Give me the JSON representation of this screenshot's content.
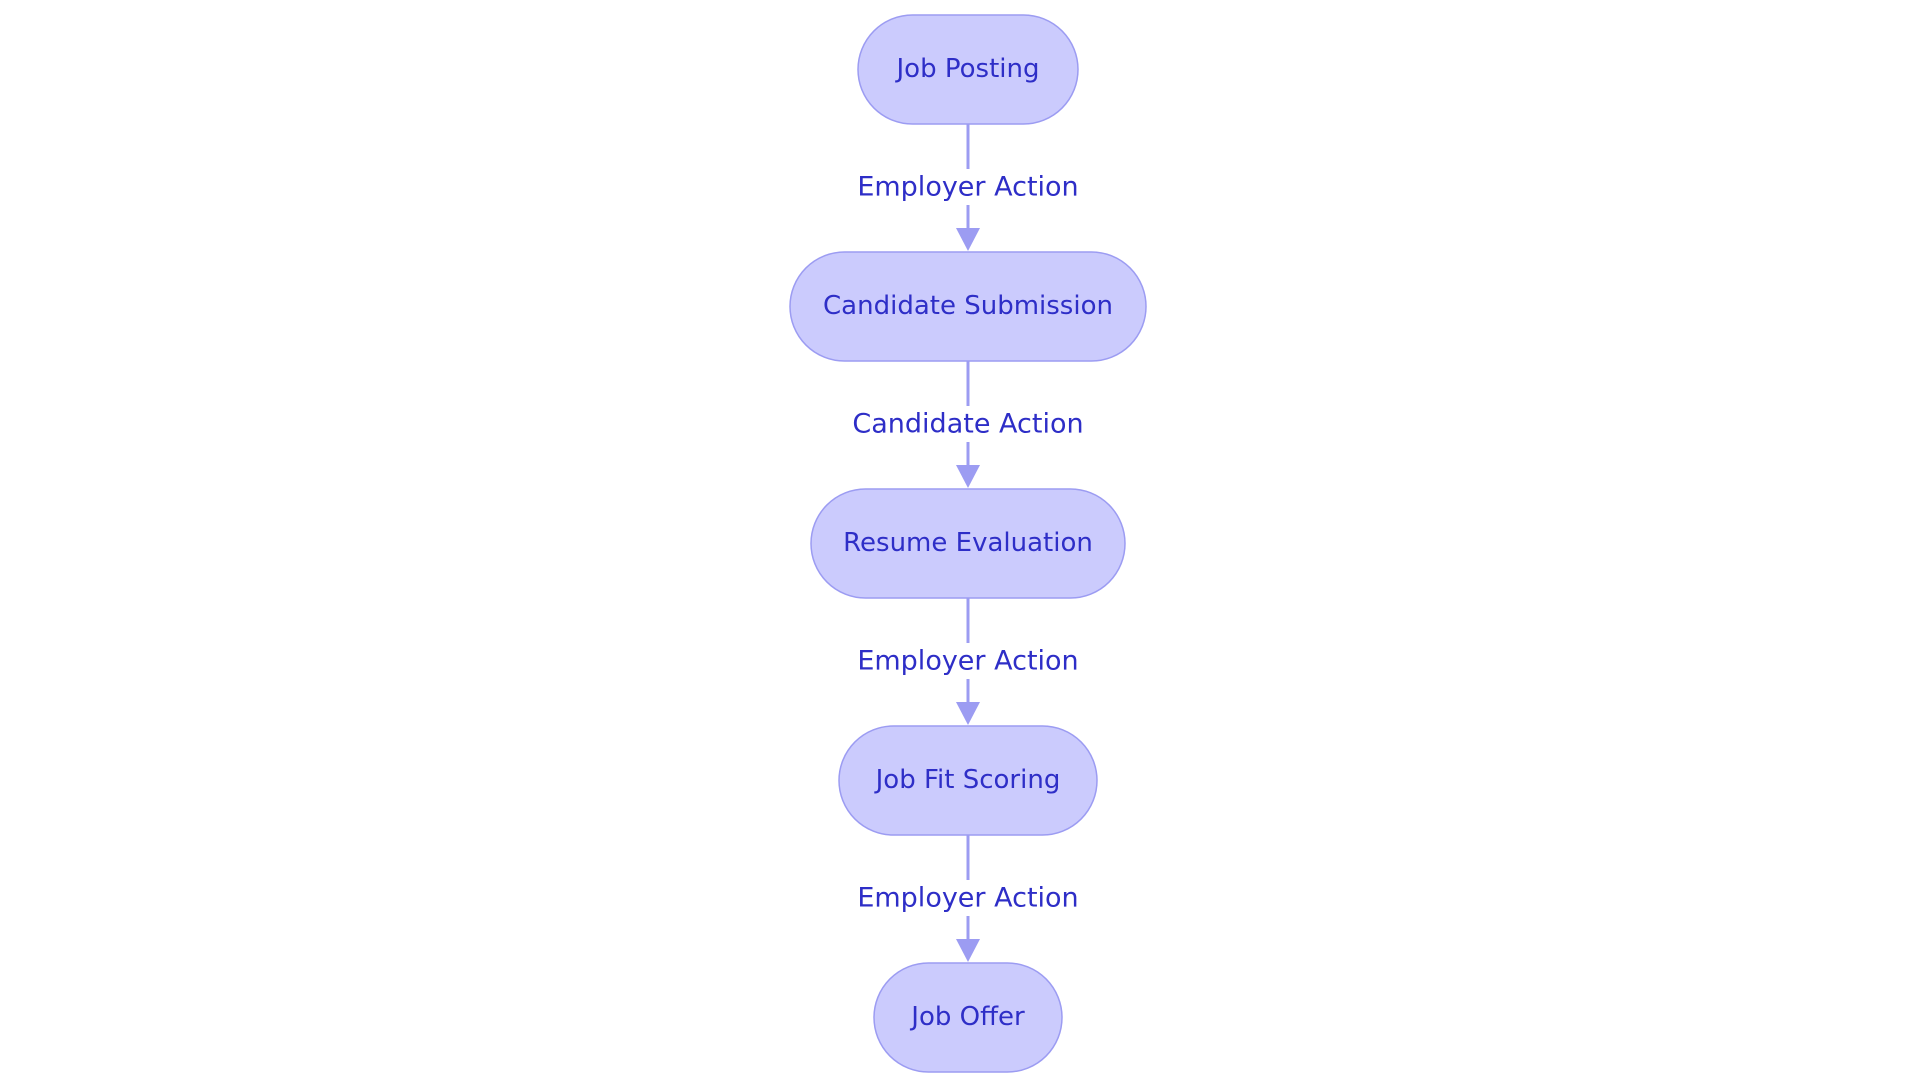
{
  "diagram": {
    "nodes": [
      {
        "id": "job-posting",
        "label": "Job Posting"
      },
      {
        "id": "candidate-submission",
        "label": "Candidate Submission"
      },
      {
        "id": "resume-evaluation",
        "label": "Resume Evaluation"
      },
      {
        "id": "job-fit-scoring",
        "label": "Job Fit Scoring"
      },
      {
        "id": "job-offer",
        "label": "Job Offer"
      }
    ],
    "edges": [
      {
        "from": "job-posting",
        "to": "candidate-submission",
        "label": "Employer Action"
      },
      {
        "from": "candidate-submission",
        "to": "resume-evaluation",
        "label": "Candidate Action"
      },
      {
        "from": "resume-evaluation",
        "to": "job-fit-scoring",
        "label": "Employer Action"
      },
      {
        "from": "job-fit-scoring",
        "to": "job-offer",
        "label": "Employer Action"
      }
    ]
  },
  "colors": {
    "node_fill": "#CBCBFD",
    "node_stroke": "#9C9CF2",
    "text": "#2E2EC7",
    "edge": "#9C9CF2",
    "background": "#FFFFFF"
  }
}
